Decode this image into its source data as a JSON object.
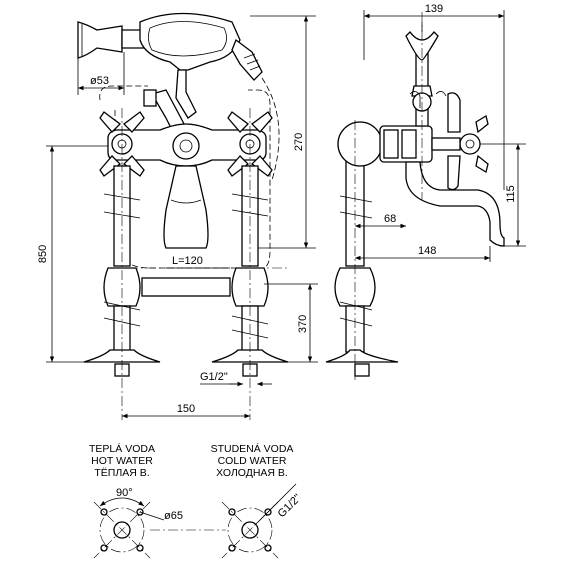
{
  "dimensions": {
    "shower_head_dia": "ø53",
    "overall_height": "270",
    "total_height": "850",
    "spout_length": "L=120",
    "pillar_height": "370",
    "pipe_thread": "G1/2\"",
    "inlet_spacing": "150",
    "depth": "139",
    "spout_height": "115",
    "spout_offset": "68",
    "spout_reach": "148",
    "angle": "90°",
    "flange_dia": "ø65",
    "thread_detail": "G1/2\""
  },
  "labels": {
    "hot": [
      "TEPLÁ VODA",
      "HOT WATER",
      "ТЁПЛАЯ В."
    ],
    "cold": [
      "STUDENÁ VODA",
      "COLD WATER",
      "ХОЛОДНАЯ В."
    ]
  }
}
